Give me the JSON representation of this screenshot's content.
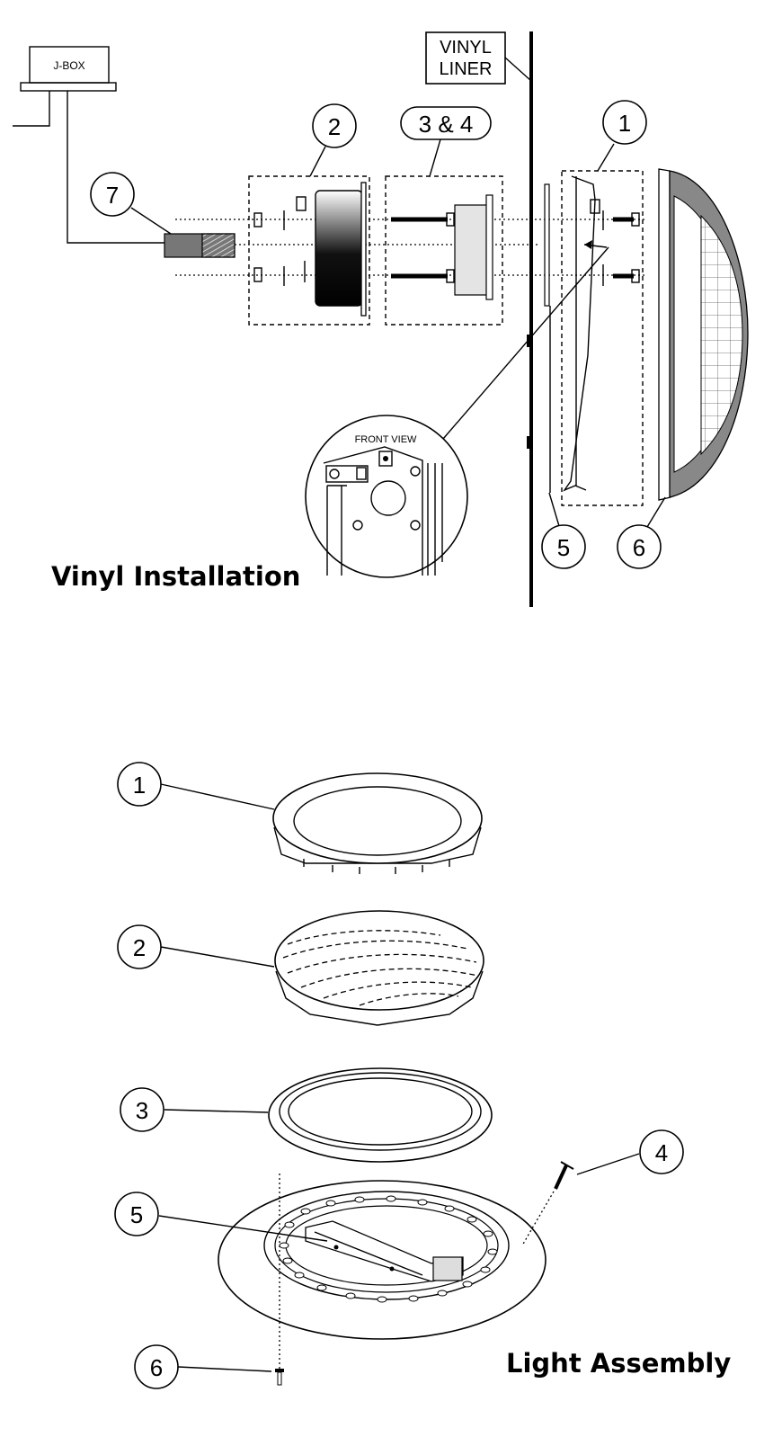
{
  "vinyl_installation": {
    "title": "Vinyl Installation",
    "jbox_label": "J-BOX",
    "vinyl_liner_label": [
      "VINYL",
      "LINER"
    ],
    "front_view_label": "FRONT VIEW",
    "callouts": [
      "1",
      "2",
      "3 & 4",
      "5",
      "6",
      "7"
    ]
  },
  "light_assembly": {
    "title": "Light Assembly",
    "callouts": [
      "1",
      "2",
      "3",
      "4",
      "5",
      "6"
    ]
  }
}
